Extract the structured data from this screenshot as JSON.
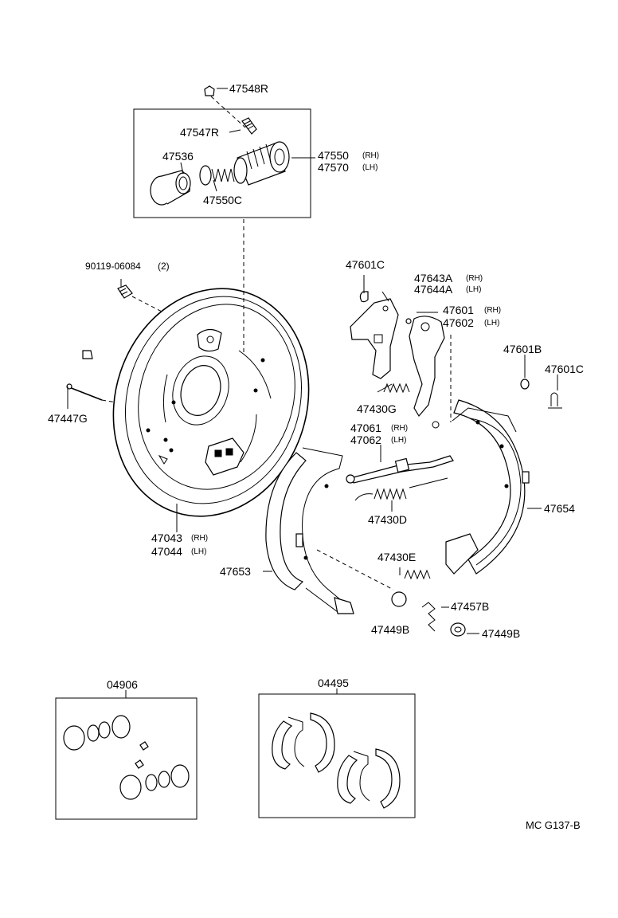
{
  "parts": {
    "p47548R": "47548R",
    "p47547R": "47547R",
    "p47536": "47536",
    "p47550C": "47550C",
    "p47550": "47550",
    "p47570": "47570",
    "rh": "(RH)",
    "lh": "(LH)",
    "p90119": "90119-06084",
    "qty2": "(2)",
    "p47447G": "47447G",
    "p47043": "47043",
    "p47044": "47044",
    "p47601C_a": "47601C",
    "p47643A": "47643A",
    "p47644A": "47644A",
    "p47601": "47601",
    "p47602": "47602",
    "p47601B": "47601B",
    "p47601C_b": "47601C",
    "p47430G": "47430G",
    "p47061": "47061",
    "p47062": "47062",
    "p47430D": "47430D",
    "p47654": "47654",
    "p47653": "47653",
    "p47430E": "47430E",
    "p47457B": "47457B",
    "p47449B_a": "47449B",
    "p47449B_b": "47449B",
    "p04906": "04906",
    "p04495": "04495"
  },
  "figure_code": "MC  G137-B"
}
